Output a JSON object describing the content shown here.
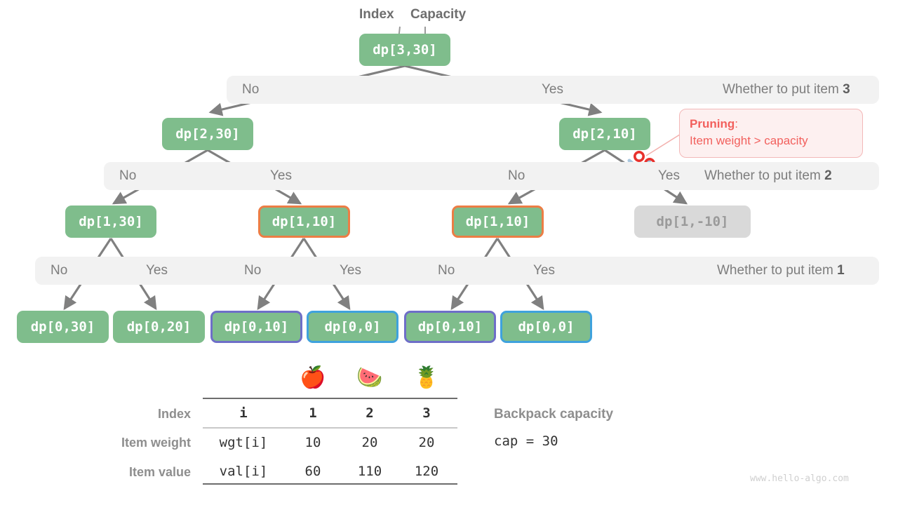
{
  "title": "Knapsack recursion tree with pruning and overlapping subproblems",
  "annotations": {
    "index_label": "Index",
    "capacity_label": "Capacity"
  },
  "levels": [
    {
      "id": "level-3",
      "no_label": "No",
      "yes_label": "Yes",
      "right_prefix": "Whether to put item ",
      "right_item": "3"
    },
    {
      "id": "level-2",
      "no_label": "No",
      "yes_label": "Yes",
      "right_prefix": "Whether to put item ",
      "right_item": "2"
    },
    {
      "id": "level-1",
      "no_label": "No",
      "yes_label": "Yes",
      "right_prefix": "Whether to put item ",
      "right_item": "1"
    }
  ],
  "branch_labels": {
    "l3_no": "No",
    "l3_yes": "Yes",
    "l2_a_no": "No",
    "l2_a_yes": "Yes",
    "l2_b_no": "No",
    "l2_b_yes": "Yes",
    "l1_a_no": "No",
    "l1_a_yes": "Yes",
    "l1_b_no": "No",
    "l1_b_yes": "Yes",
    "l1_c_no": "No",
    "l1_c_yes": "Yes"
  },
  "nodes": {
    "root": "dp[3,30]",
    "n2_left": "dp[2,30]",
    "n2_right": "dp[2,10]",
    "n1_a": "dp[1,30]",
    "n1_b": "dp[1,10]",
    "n1_c": "dp[1,10]",
    "n1_d": "dp[1,-10]",
    "n0_a": "dp[0,30]",
    "n0_b": "dp[0,20]",
    "n0_c": "dp[0,10]",
    "n0_d": "dp[0,0]",
    "n0_e": "dp[0,10]",
    "n0_f": "dp[0,0]"
  },
  "pruning": {
    "heading": "Pruning",
    "heading_suffix": ":",
    "text": "Item weight > capacity",
    "icon": "scissors-icon"
  },
  "table": {
    "fruits": [
      "apple-icon",
      "watermelon-icon",
      "pineapple-icon"
    ],
    "fruit_glyphs": [
      "🍎",
      "🍉",
      "🍍"
    ],
    "row_headers": [
      "Index",
      "Item weight",
      "Item value"
    ],
    "key_column": [
      "i",
      "wgt[i]",
      "val[i]"
    ],
    "columns": [
      "1",
      "2",
      "3"
    ],
    "weights": [
      "10",
      "20",
      "20"
    ],
    "values": [
      "60",
      "110",
      "120"
    ]
  },
  "capacity": {
    "title": "Backpack capacity",
    "expr": "cap = 30"
  },
  "watermark": "www.hello-algo.com",
  "colors": {
    "node_green": "#7fbd8c",
    "node_muted": "#d9d9d9",
    "border_orange": "#ec7d45",
    "border_purple": "#6e6ec8",
    "border_blue": "#3fa2dd",
    "bar_gray": "#f2f2f2",
    "edge_gray": "#808080",
    "prune_red": "#f2605d",
    "prune_bg": "#fdf0f0"
  }
}
